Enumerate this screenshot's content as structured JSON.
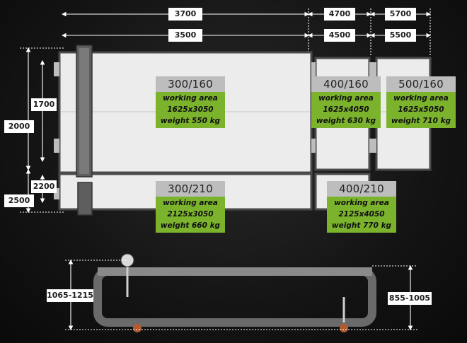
{
  "dimensions": {
    "top_width_outer": [
      "3700",
      "4700",
      "5700"
    ],
    "top_width_inner": [
      "3500",
      "4500",
      "5500"
    ],
    "left_side": [
      "1700",
      "2000",
      "2200",
      "2500"
    ],
    "height_left": "1065-1215",
    "height_right": "855-1005"
  },
  "models": [
    {
      "model": "300/160",
      "area_label": "working area",
      "area": "1625x3050",
      "weight": "weight 550 kg"
    },
    {
      "model": "400/160",
      "area_label": "working area",
      "area": "1625x4050",
      "weight": "weight 630 kg"
    },
    {
      "model": "500/160",
      "area_label": "working area",
      "area": "1625x5050",
      "weight": "weight 710 kg"
    },
    {
      "model": "300/210",
      "area_label": "working area",
      "area": "2125x3050",
      "weight": "weight 660 kg"
    },
    {
      "model": "400/210",
      "area_label": "working area",
      "area": "2125x4050",
      "weight": "weight 770 kg"
    }
  ],
  "colors": {
    "label_bg": "#ffffff",
    "model_bg": "#bdbdbd",
    "spec_bg": "#7cb32d",
    "table_surface": "#ececec",
    "frame": "#5a5a5a"
  }
}
